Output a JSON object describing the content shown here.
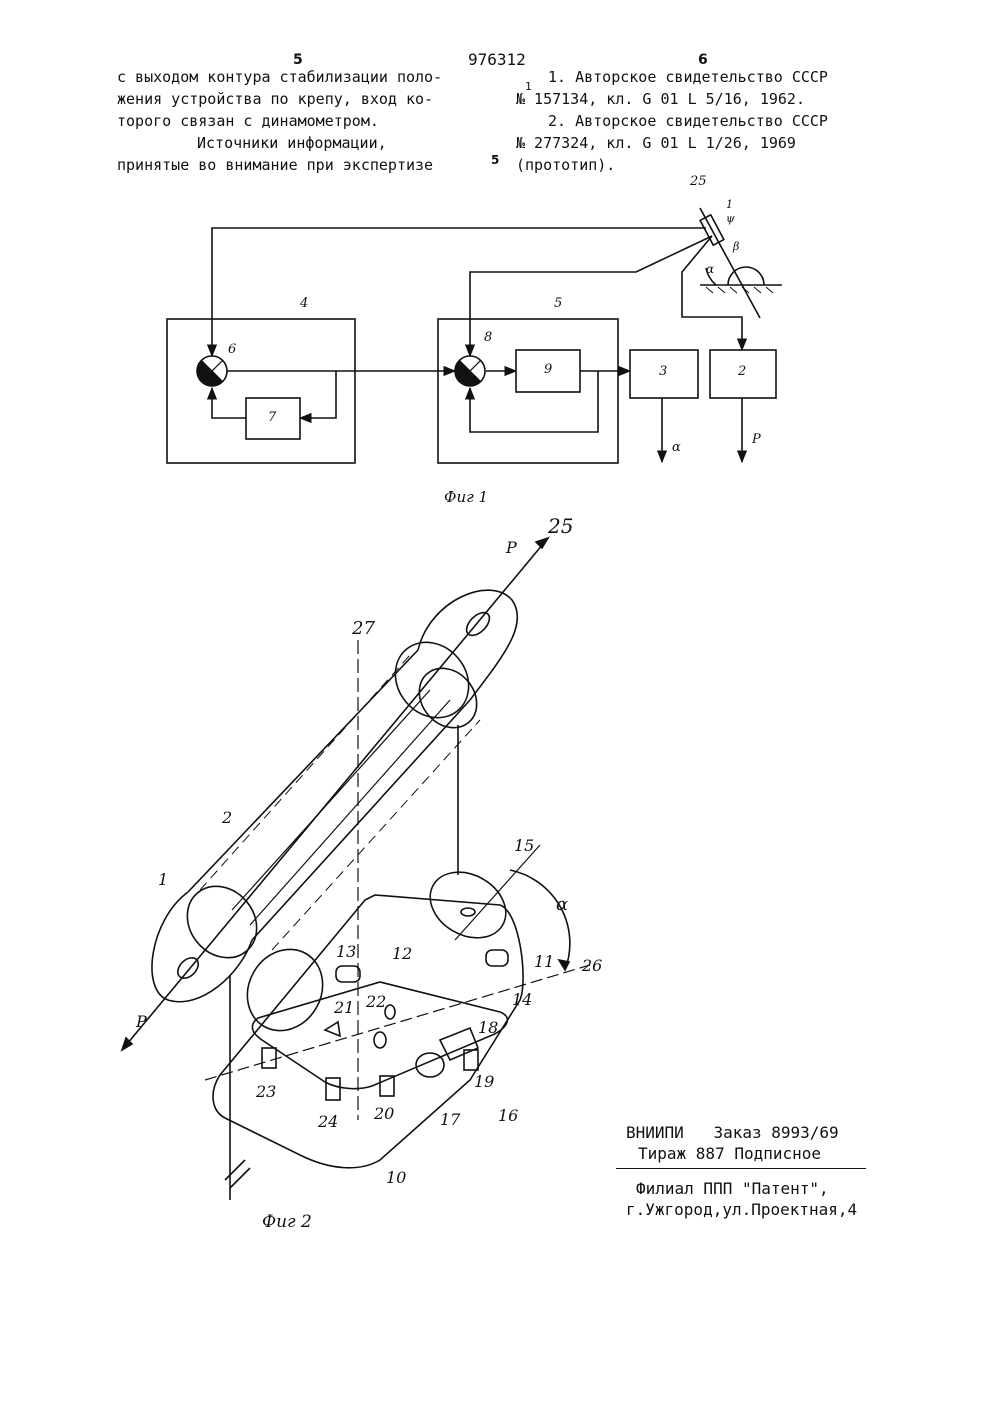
{
  "header": {
    "page_left": "5",
    "patent_number": "976312",
    "page_right": "6",
    "margin_mark_1": "1",
    "margin_mark_5": "5"
  },
  "left_column": {
    "lines": [
      "с выходом контура стабилизации поло-",
      "жения устройства по крепу, вход ко-",
      "торого связан с динамометром.",
      "Источники информации,",
      "принятые во внимание при экспертизе"
    ]
  },
  "right_column": {
    "lines": [
      "1. Авторское свидетельство СССР",
      "№ 157134, кл. G 01 L 5/16, 1962.",
      "2. Авторское свидетельство СССР",
      "№ 277324, кл. G 01 L 1/26, 1969",
      "(прототип)."
    ]
  },
  "fig1": {
    "caption": "Фиг 1",
    "labels": {
      "block4": "4",
      "block5": "5",
      "block7": "7",
      "block9": "9",
      "block3": "3",
      "block2": "2",
      "summer6": "6",
      "summer8": "8",
      "sensor25": "25",
      "sensor1": "1",
      "psi": "ψ",
      "beta": "β",
      "alpha": "α",
      "out_alpha": "α",
      "out_p": "P"
    }
  },
  "fig2": {
    "caption": "Фиг 2",
    "labels": {
      "l25": "25",
      "l27": "27",
      "l2": "2",
      "l1": "1",
      "lP_top": "P",
      "lP_bottom": "P",
      "l15": "15",
      "lalpha": "α",
      "l26": "26",
      "l11": "11",
      "l12": "12",
      "l13": "13",
      "l14": "14",
      "l18": "18",
      "l21": "21",
      "l22": "22",
      "l23": "23",
      "l24": "24",
      "l20": "20",
      "l19": "19",
      "l17": "17",
      "l16": "16",
      "l10": "10"
    }
  },
  "footer": {
    "org": "ВНИИПИ",
    "order": "Заказ 8993/69",
    "print_run": "Тираж 887 Подписное",
    "branch": "Филиал ППП \"Патент\",",
    "address": "г.Ужгород,ул.Проектная,4"
  }
}
